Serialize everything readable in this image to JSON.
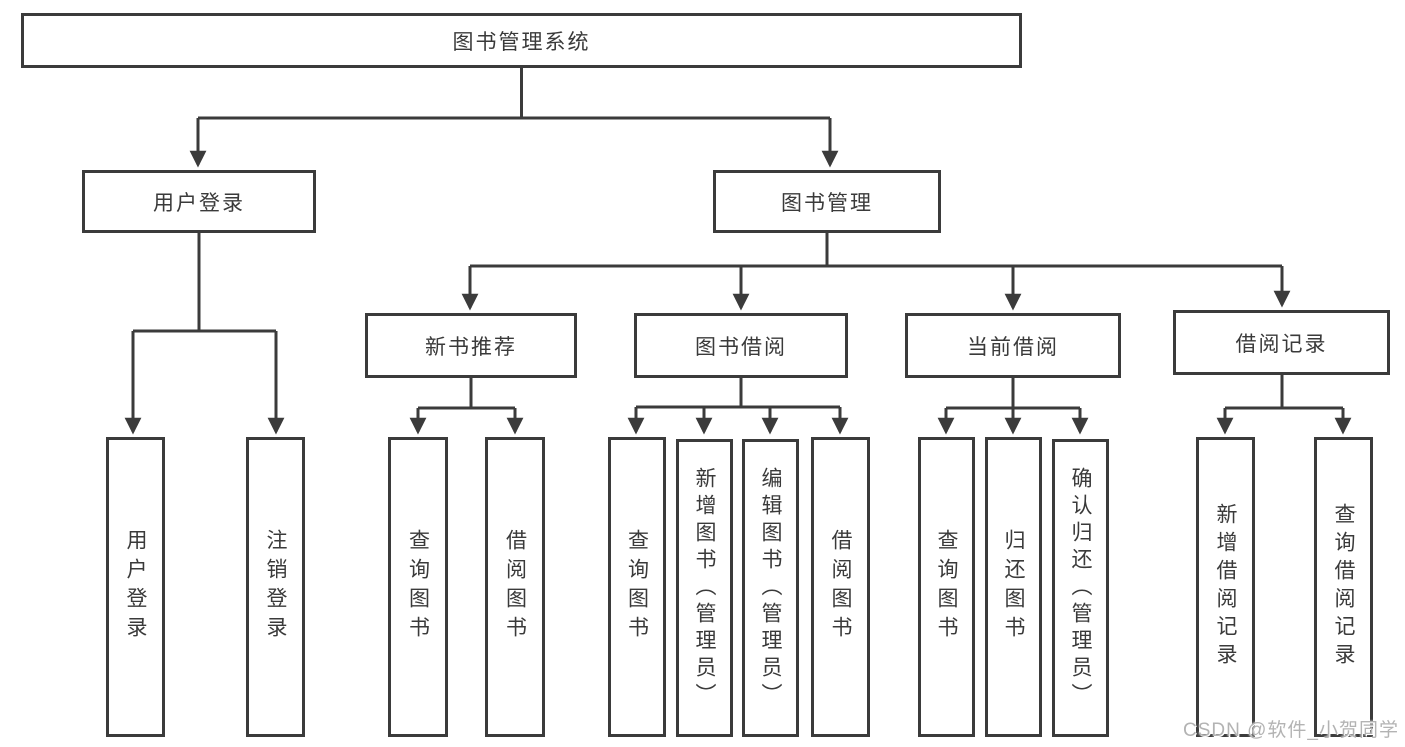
{
  "colors": {
    "line": "#3b3b3b",
    "box_border": "#3b3b3b",
    "text": "#3a3a3a",
    "watermark_text": "#b3b3b3",
    "background": "#ffffff"
  },
  "watermark": "CSDN @软件_小贺同学",
  "nodes": {
    "root": "图书管理系统",
    "user_login": "用户登录",
    "book_mgmt": "图书管理",
    "new_book_rec": "新书推荐",
    "book_borrow": "图书借阅",
    "current_borrow": "当前借阅",
    "borrow_record": "借阅记录",
    "leaf_user_login": "用户登录",
    "leaf_logout": "注销登录",
    "leaf_query_book_1": "查询图书",
    "leaf_borrow_book_1": "借阅图书",
    "leaf_query_book_2": "查询图书",
    "leaf_add_book_admin": "新增图书（管理员）",
    "leaf_edit_book_admin": "编辑图书（管理员）",
    "leaf_borrow_book_2": "借阅图书",
    "leaf_query_book_3": "查询图书",
    "leaf_return_book": "归还图书",
    "leaf_confirm_return_admin": "确认归还（管理员）",
    "leaf_add_borrow_record": "新增借阅记录",
    "leaf_query_borrow_record": "查询借阅记录"
  },
  "hierarchy": {
    "图书管理系统": {
      "用户登录": [
        "用户登录",
        "注销登录"
      ],
      "图书管理": {
        "新书推荐": [
          "查询图书",
          "借阅图书"
        ],
        "图书借阅": [
          "查询图书",
          "新增图书（管理员）",
          "编辑图书（管理员）",
          "借阅图书"
        ],
        "当前借阅": [
          "查询图书",
          "归还图书",
          "确认归还（管理员）"
        ],
        "借阅记录": [
          "新增借阅记录",
          "查询借阅记录"
        ]
      }
    }
  }
}
